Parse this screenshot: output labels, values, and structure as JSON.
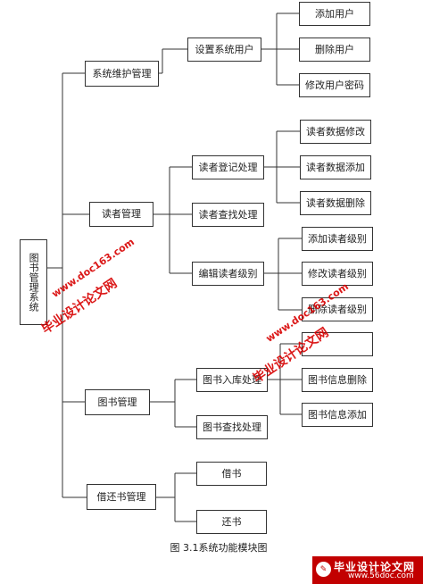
{
  "diagram": {
    "root": "图书管理系统",
    "level1": [
      "系统维护管理",
      "读者管理",
      "图书管理",
      "借还书管理"
    ],
    "level2": [
      "设置系统用户",
      "读者登记处理",
      "读者查找处理",
      "编辑读者级别",
      "图书入库处理",
      "图书查找处理",
      "借书",
      "还书"
    ],
    "level3": [
      "添加用户",
      "删除用户",
      "修改用户密码",
      "读者数据修改",
      "读者数据添加",
      "读者数据删除",
      "添加读者级别",
      "修改读者级别",
      "删除读者级别",
      "",
      "图书信息删除",
      "图书信息添加"
    ],
    "caption": "图 3.1系统功能模块图"
  },
  "watermarks": {
    "site_cn": "毕业设计论文网",
    "site_url": "www.doc163.com"
  },
  "logo": {
    "name": "毕业设计论文网",
    "url": "www.56doc.com"
  }
}
